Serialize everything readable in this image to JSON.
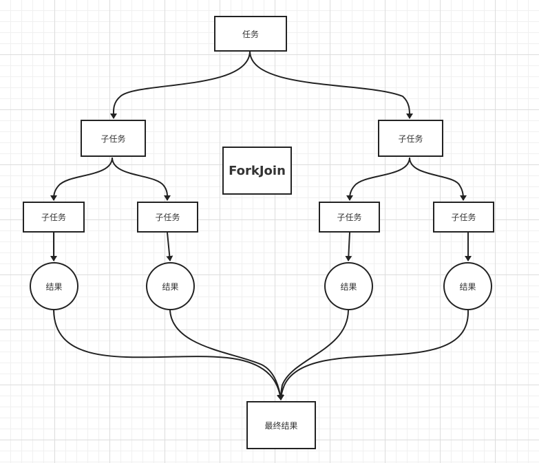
{
  "diagram": {
    "root_label": "任务",
    "level1": [
      {
        "label": "子任务"
      },
      {
        "label": "子任务"
      }
    ],
    "level2": [
      {
        "label": "子任务"
      },
      {
        "label": "子任务"
      },
      {
        "label": "子任务"
      },
      {
        "label": "子任务"
      }
    ],
    "results": [
      {
        "label": "结果"
      },
      {
        "label": "结果"
      },
      {
        "label": "结果"
      },
      {
        "label": "结果"
      }
    ],
    "final_label": "最终结果",
    "title": "ForkJoin",
    "colors": {
      "stroke": "#222222",
      "text": "#333333",
      "background": "#ffffff"
    }
  }
}
